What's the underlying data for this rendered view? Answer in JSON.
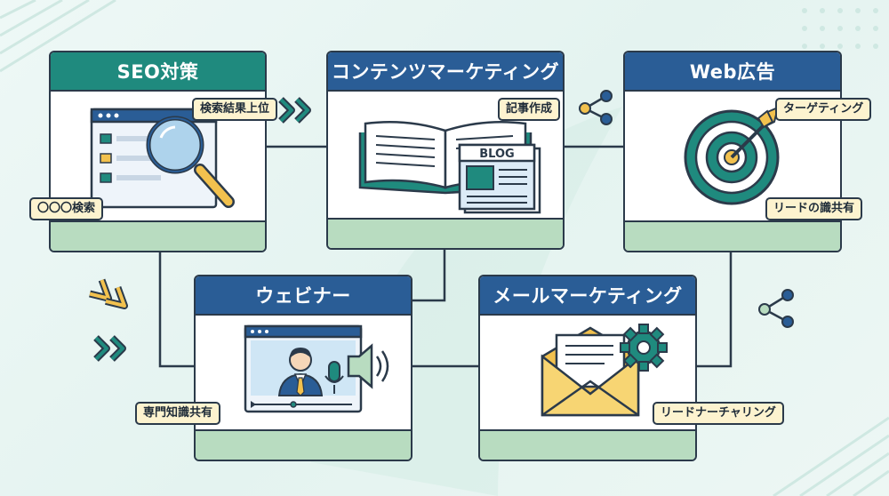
{
  "colors": {
    "header_teal": "#1f8a7e",
    "header_blue": "#2a5d96",
    "footer_green": "#b8dcc0",
    "tag_fill": "#fdf3cf",
    "outline": "#2b3a4a",
    "accent_yellow": "#f2c14e"
  },
  "cards": {
    "seo": {
      "title": "SEO対策",
      "icon": "magnifier-browser-icon",
      "tags": {
        "ranking": "検索結果上位",
        "search": "〇〇〇検索"
      }
    },
    "content": {
      "title": "コンテンツマーケティング",
      "icon": "book-blog-icon",
      "tags": {
        "article": "記事作成"
      },
      "blog_label": "BLOG"
    },
    "webad": {
      "title": "Web広告",
      "icon": "target-icon",
      "tags": {
        "targeting": "ターゲティング",
        "lead": "リードの識共有"
      }
    },
    "webinar": {
      "title": "ウェビナー",
      "icon": "video-presenter-icon",
      "tags": {
        "knowledge": "専門知識共有"
      }
    },
    "mail": {
      "title": "メールマーケティング",
      "icon": "envelope-gear-icon",
      "tags": {
        "nurturing": "リードナーチャリング"
      }
    }
  }
}
